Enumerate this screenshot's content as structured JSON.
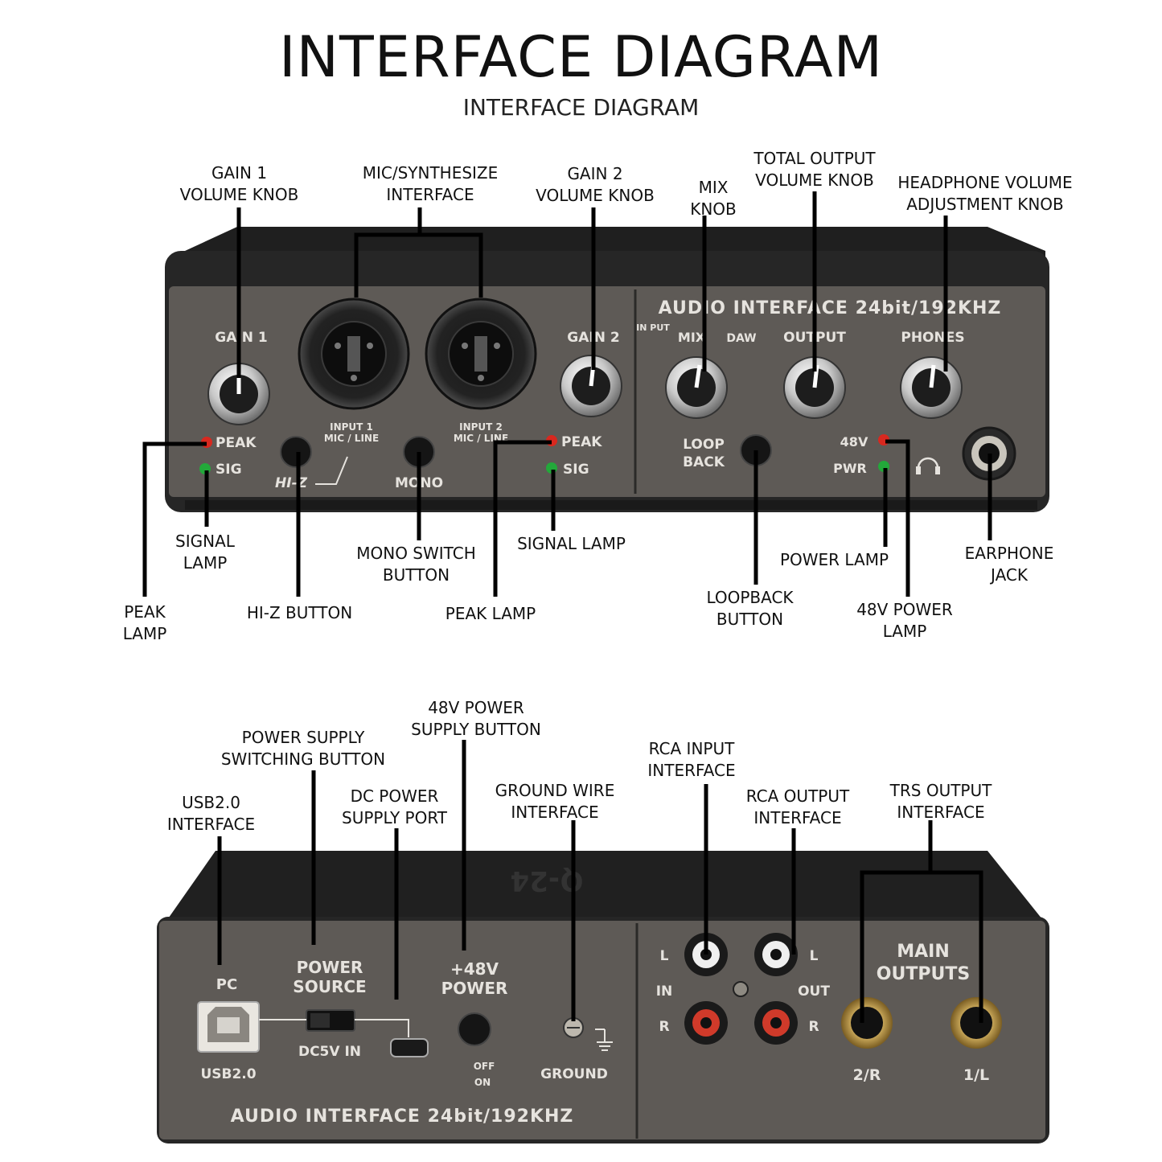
{
  "title": "INTERFACE DIAGRAM",
  "subtitle": "INTERFACE DIAGRAM",
  "front": {
    "panel": {
      "brand": "AUDIO INTERFACE 24bit/192KHZ",
      "gain1": "GAIN 1",
      "gain2": "GAIN 2",
      "mix_in": "IN\nPUT",
      "mix": "MIX",
      "mix_daw": "DAW",
      "output": "OUTPUT",
      "phones": "PHONES",
      "peak": "PEAK",
      "sig": "SIG",
      "input1": "INPUT 1\nMIC / LINE",
      "input2": "INPUT 2\nMIC / LINE",
      "hiz": "HI-Z",
      "mono": "MONO",
      "loop_back": "LOOP\nBACK",
      "v48": "48V",
      "pwr": "PWR"
    },
    "callouts": {
      "gain1_knob": "GAIN 1\nVOLUME KNOB",
      "mic_synth": "MIC/SYNTHESIZE\nINTERFACE",
      "gain2_knob": "GAIN 2\nVOLUME KNOB",
      "mix_knob": "MIX\nKNOB",
      "total_output": "TOTAL OUTPUT\nVOLUME KNOB",
      "headphone_knob": "HEADPHONE VOLUME\nADJUSTMENT KNOB",
      "signal_lamp_1": "SIGNAL\nLAMP",
      "peak_lamp_1": "PEAK\nLAMP",
      "hiz_button": "HI-Z BUTTON",
      "mono_switch": "MONO SWITCH\nBUTTON",
      "signal_lamp_2": "SIGNAL LAMP",
      "peak_lamp_2": "PEAK LAMP",
      "power_lamp": "POWER LAMP",
      "loopback_button": "LOOPBACK\nBUTTON",
      "lamp_48v": "48V POWER\nLAMP",
      "earphone_jack": "EARPHONE\nJACK"
    }
  },
  "back": {
    "panel": {
      "model": "Q-24",
      "pc": "PC",
      "usb": "USB2.0",
      "power_source": "POWER\nSOURCE",
      "dc5v": "DC5V IN",
      "p48": "+48V\nPOWER",
      "off": "OFF",
      "on": "ON",
      "ground": "GROUND",
      "l": "L",
      "r": "R",
      "in": "IN",
      "out": "OUT",
      "main_outputs": "MAIN\nOUTPUTS",
      "out2r": "2/R",
      "out1l": "1/L",
      "brand": "AUDIO INTERFACE 24bit/192KHZ"
    },
    "callouts": {
      "usb_interface": "USB2.0\nINTERFACE",
      "power_switching": "POWER SUPPLY\nSWITCHING BUTTON",
      "dc_port": "DC POWER\nSUPPLY PORT",
      "p48_button": "48V POWER\nSUPPLY BUTTON",
      "ground_wire": "GROUND WIRE\nINTERFACE",
      "rca_input": "RCA INPUT\nINTERFACE",
      "rca_output": "RCA OUTPUT\nINTERFACE",
      "trs_output": "TRS OUTPUT\nINTERFACE"
    }
  },
  "colors": {
    "body_dark": "#2a2a2a",
    "panel": "#5e5a56",
    "panel_text": "#e6e3de",
    "led_red": "#d8281f",
    "led_green": "#23a83a",
    "callout_line": "#000000"
  }
}
